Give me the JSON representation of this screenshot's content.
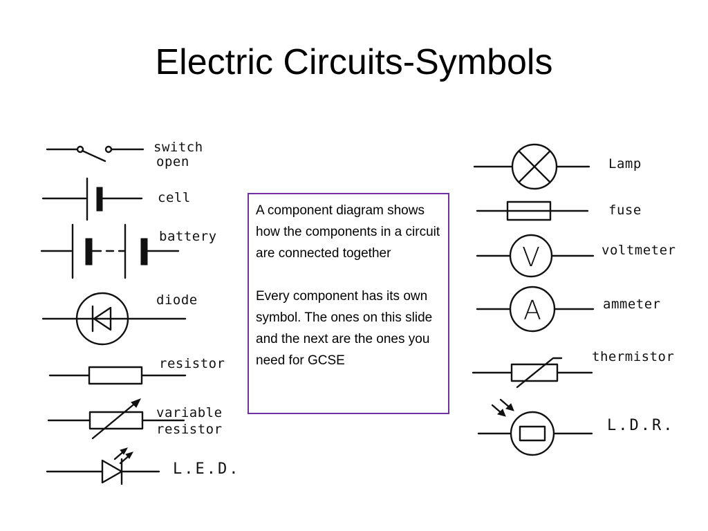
{
  "slide": {
    "title": "Electric Circuits-Symbols"
  },
  "info": {
    "paragraph_1": "A component diagram shows how the components in a circuit are connected together",
    "paragraph_2": "Every component has its own symbol. The ones on this slide and the next are the ones you need for GCSE",
    "border_color": "#7030a0"
  },
  "symbols_left": {
    "switch_open_line1": "switch",
    "switch_open_line2": "open",
    "cell": "cell",
    "battery": "battery",
    "diode": "diode",
    "resistor": "resistor",
    "variable_resistor_line1": "variable",
    "variable_resistor_line2": "resistor",
    "led": "L.E.D."
  },
  "symbols_right": {
    "lamp": "Lamp",
    "fuse": "fuse",
    "voltmeter": "voltmeter",
    "voltmeter_letter": "V",
    "ammeter": "ammeter",
    "ammeter_letter": "A",
    "thermistor": "thermistor",
    "ldr": "L.D.R."
  }
}
